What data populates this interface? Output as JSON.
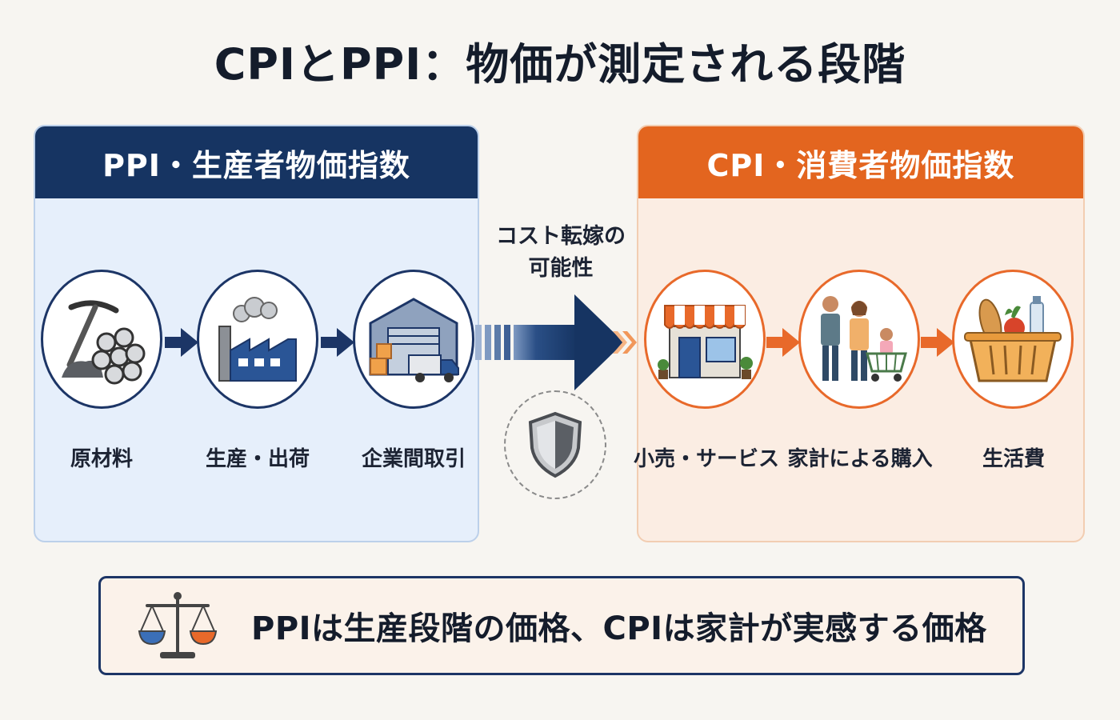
{
  "title": "CPIとPPI：物価が測定される段階",
  "ppi": {
    "heading": "PPI・生産者物価指数",
    "stages": [
      {
        "label": "原材料",
        "icon": "pickaxe-raw-materials-icon"
      },
      {
        "label": "生産・出荷",
        "icon": "factory-icon"
      },
      {
        "label": "企業間取引",
        "icon": "warehouse-truck-icon"
      }
    ]
  },
  "cpi": {
    "heading": "CPI・消費者物価指数",
    "stages": [
      {
        "label": "小売・サービス",
        "icon": "shop-icon"
      },
      {
        "label": "家計による購入",
        "icon": "family-shopping-cart-icon"
      },
      {
        "label": "生活費",
        "icon": "grocery-basket-icon"
      }
    ]
  },
  "transfer": {
    "label_line1": "コスト転嫁の",
    "label_line2": "可能性",
    "icon": "shield-icon"
  },
  "summary": {
    "text": "PPIは生産段階の価格、CPIは家計が実感する価格",
    "icon": "balance-scale-icon"
  },
  "colors": {
    "ppi_navy": "#163462",
    "cpi_orange": "#e3651f"
  }
}
